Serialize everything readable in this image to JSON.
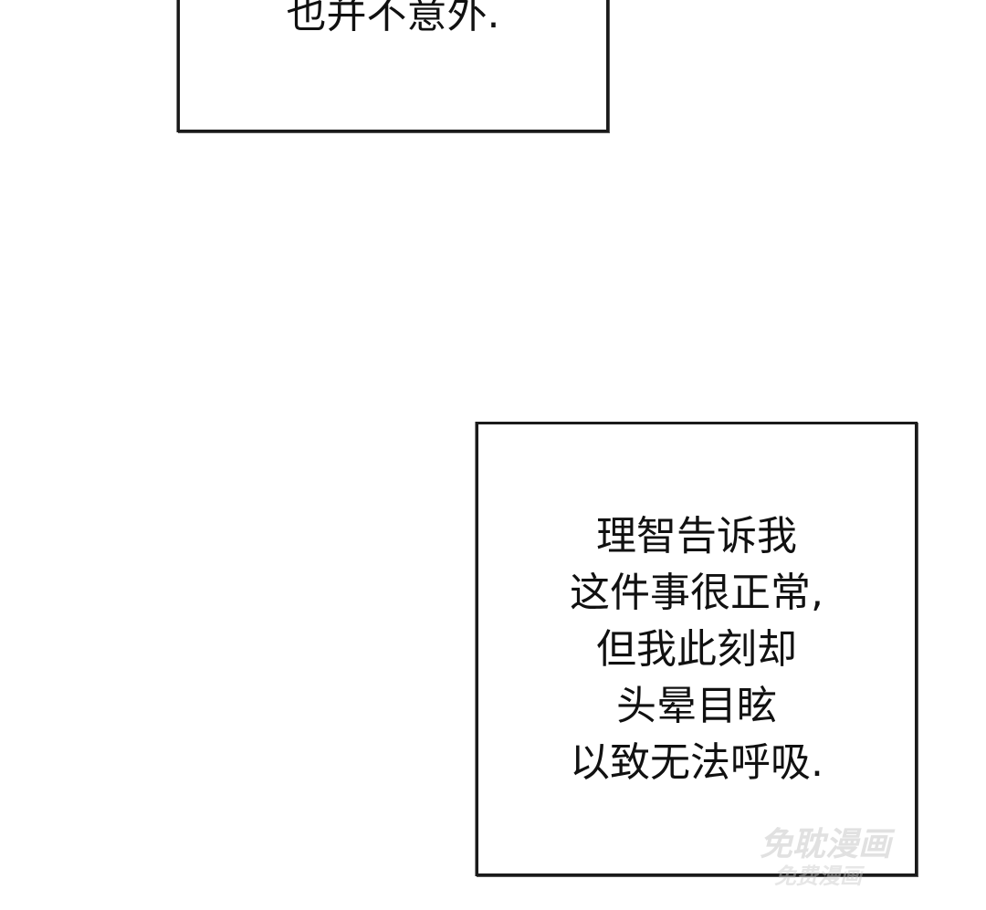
{
  "panels": [
    {
      "lines": [
        "也并不意外."
      ]
    },
    {
      "lines": [
        "理智告诉我",
        "这件事很正常,",
        "但我此刻却",
        "头晕目眩",
        "以致无法呼吸."
      ]
    }
  ],
  "watermark": {
    "line1": "免耽漫画",
    "line2": "免费漫画"
  }
}
